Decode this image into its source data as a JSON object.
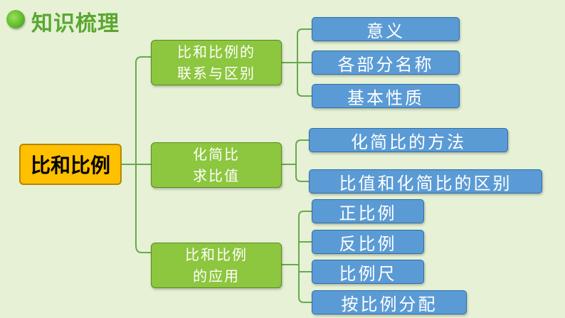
{
  "header": {
    "title": "知识梳理"
  },
  "root": {
    "label": "比和比例"
  },
  "branches": [
    {
      "label": "比和比例的\n联系与区别",
      "children": [
        "意义",
        "各部分名称",
        "基本性质"
      ]
    },
    {
      "label": "化简比\n求比值",
      "children": [
        "化简比的方法",
        "比值和化简比的区别"
      ]
    },
    {
      "label": "比和比例\n的应用",
      "children": [
        "正比例",
        "反比例",
        "比例尺",
        "按比例分配"
      ]
    }
  ],
  "colors": {
    "root_fill": "#ffc000",
    "branch_fill": "#8dc63f",
    "leaf_fill": "#5b9bd5",
    "connector": "#6aa84f",
    "header": "#5aa72f"
  }
}
